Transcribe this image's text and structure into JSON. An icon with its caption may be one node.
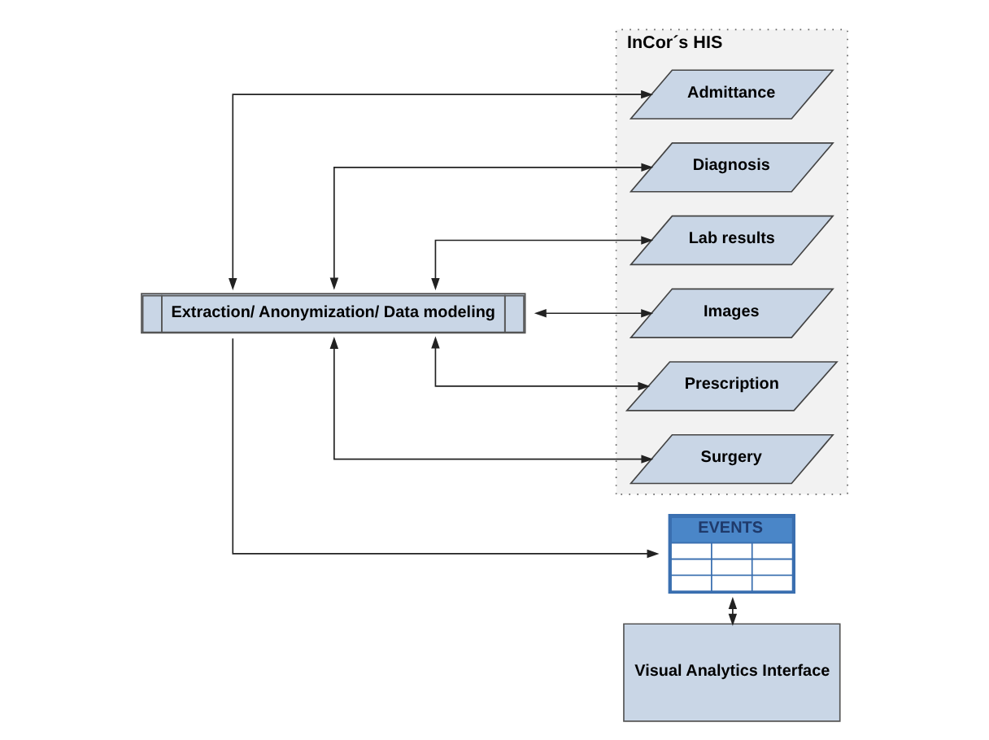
{
  "diagram": {
    "nodes": [
      {
        "text": [
          "InCor´s HIS"
        ]
      },
      {
        "text": [
          "Admittance"
        ],
        "in": 0
      },
      {
        "text": [
          "Diagnosis"
        ],
        "in": 0
      },
      {
        "text": [
          "Lab results"
        ],
        "in": 0
      },
      {
        "text": [
          "Images"
        ],
        "in": 0
      },
      {
        "text": [
          "Prescription"
        ],
        "in": 0
      },
      {
        "text": [
          "Surgery"
        ],
        "in": 0
      },
      {
        "text": [
          "Extraction/ Anonymization/ Data modeling"
        ]
      },
      {
        "text": [
          "EVENTS"
        ]
      },
      {
        "text": [
          "Visual Analytics Interface"
        ]
      }
    ],
    "edges": [
      {
        "from": 7,
        "to": 1,
        "arrow": "both"
      },
      {
        "from": 7,
        "to": 2,
        "arrow": "both"
      },
      {
        "from": 3,
        "to": 7,
        "arrow": "both"
      },
      {
        "from": 4,
        "to": 7,
        "arrow": "both"
      },
      {
        "from": 7,
        "to": 5,
        "arrow": "both"
      },
      {
        "from": 7,
        "to": 6,
        "arrow": "both"
      },
      {
        "from": 7,
        "to": 8,
        "arrow": "to"
      },
      {
        "from": 8,
        "to": 9,
        "arrow": "both"
      }
    ]
  }
}
